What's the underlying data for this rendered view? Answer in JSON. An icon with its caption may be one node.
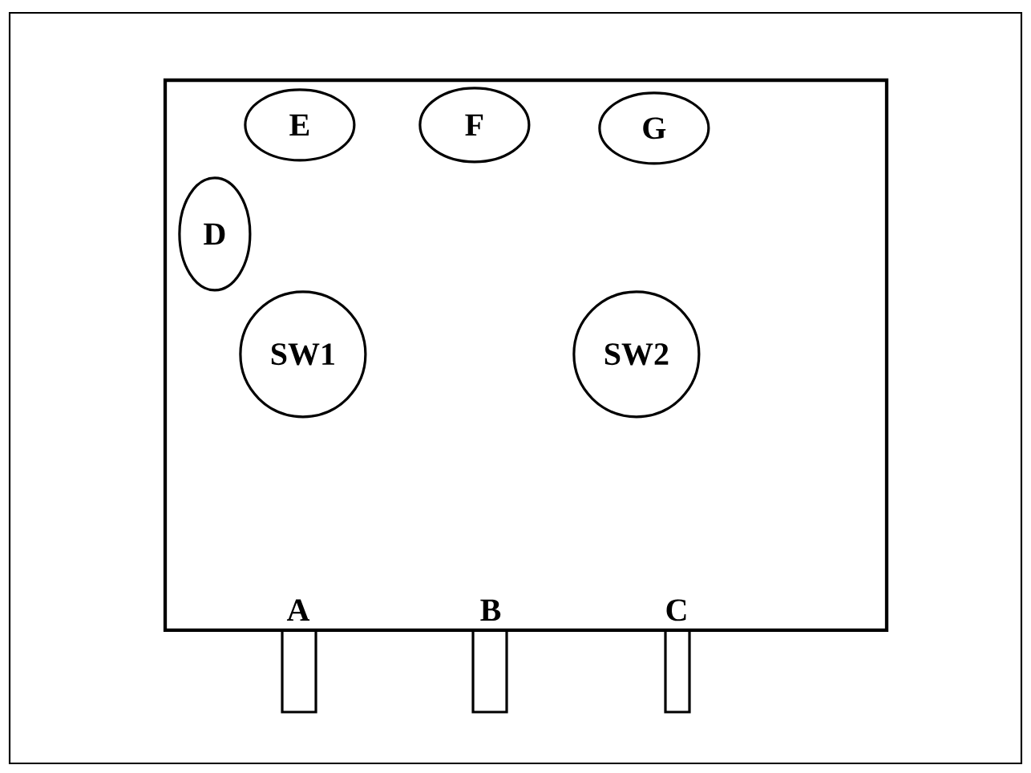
{
  "diagram": {
    "nodes": [
      {
        "text": [],
        "shape": "box"
      },
      {
        "text": [
          "E"
        ],
        "in": 0
      },
      {
        "text": [
          "F"
        ],
        "in": 0
      },
      {
        "text": [
          "G"
        ],
        "in": 0
      },
      {
        "text": [
          "D"
        ],
        "in": 0
      },
      {
        "text": [
          "SW1"
        ],
        "in": 0
      },
      {
        "text": [
          "SW2"
        ],
        "in": 0
      }
    ],
    "labels": [
      "A",
      "B",
      "C"
    ]
  }
}
